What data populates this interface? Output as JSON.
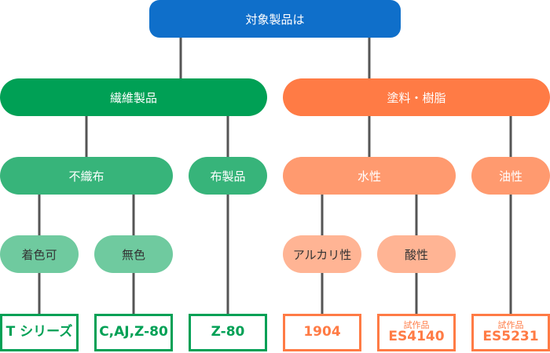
{
  "colors": {
    "root": "#0f6fca",
    "fiber": "#00a055",
    "fiber_light": "#37b47a",
    "fiber_lighter": "#6fca9f",
    "coating": "#ff7b45",
    "coating_light": "#ff9a6f",
    "coating_lighter": "#ffb494",
    "connector": "#555555"
  },
  "root": {
    "label": "対象製品は"
  },
  "categories": {
    "fiber": {
      "label": "繊維製品",
      "nonwoven": {
        "label": "不織布",
        "colored": {
          "label": "着色可",
          "product": "T シリーズ"
        },
        "colorless": {
          "label": "無色",
          "product": "C,AJ,Z-80"
        }
      },
      "cloth": {
        "label": "布製品",
        "product": "Z-80"
      }
    },
    "coating": {
      "label": "塗料・樹脂",
      "water": {
        "label": "水性",
        "alkaline": {
          "label": "アルカリ性",
          "product": "1904"
        },
        "acidic": {
          "label": "酸性",
          "note": "試作品",
          "product": "ES4140"
        }
      },
      "oil": {
        "label": "油性",
        "note": "試作品",
        "product": "ES5231"
      }
    }
  }
}
